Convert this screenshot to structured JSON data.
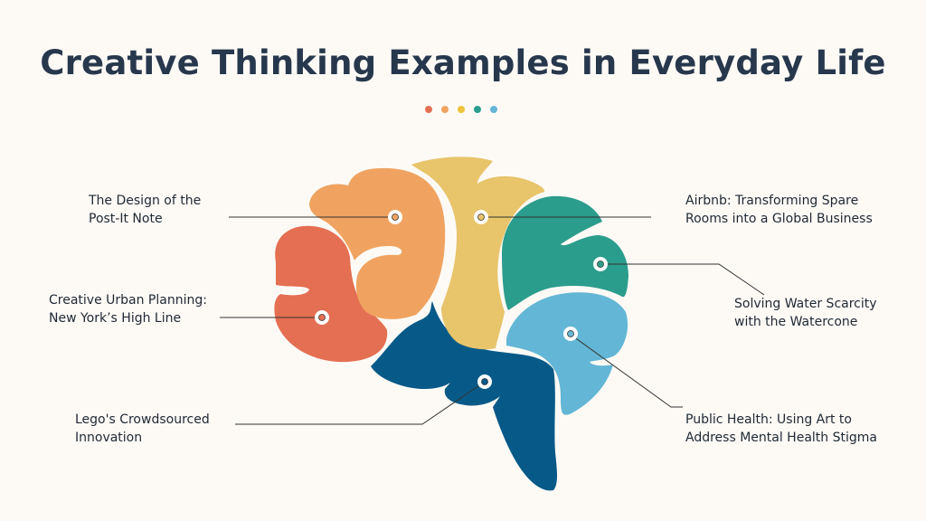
{
  "title": "Creative Thinking Examples in Everyday Life",
  "colors": {
    "background": "#fdfaf6",
    "title": "#27384d",
    "red": "#e46f52",
    "orange": "#f0a360",
    "yellow": "#e8c46a",
    "teal": "#2b9d8c",
    "light_blue": "#63b6d5",
    "dark_blue": "#075a88",
    "dot_colors": [
      "#e46f52",
      "#f0a360",
      "#eec23c",
      "#2b9d8c",
      "#63b6d5"
    ]
  },
  "labels": {
    "post_it": [
      "The Design of the",
      "Post-It Note"
    ],
    "urban": [
      "Creative Urban Planning:",
      "New York’s High Line"
    ],
    "lego": [
      "Lego's Crowdsourced",
      "Innovation"
    ],
    "airbnb": [
      "Airbnb: Transforming Spare",
      "Rooms into a Global Business"
    ],
    "watercone": [
      "Solving Water Scarcity",
      "with the Watercone"
    ],
    "public_health": [
      "Public Health: Using Art to",
      "Address Mental Health Stigma"
    ]
  }
}
